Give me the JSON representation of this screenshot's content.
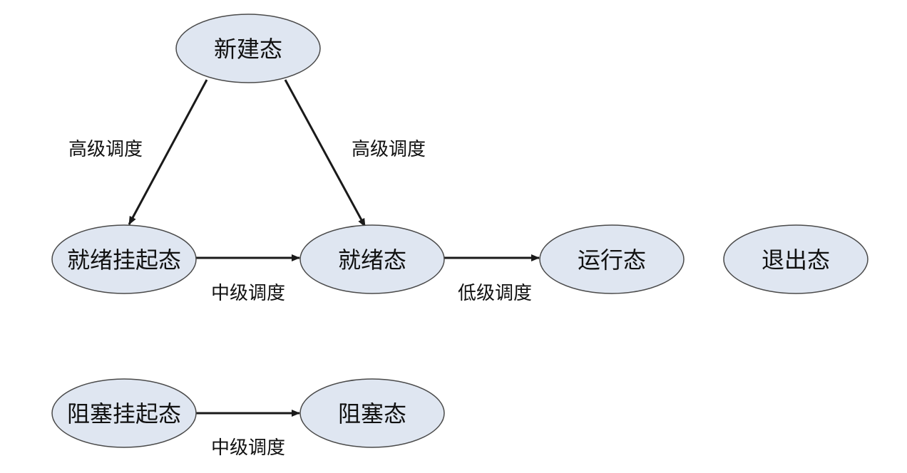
{
  "nodes": {
    "new": "新建态",
    "ready_suspend": "就绪挂起态",
    "ready": "就绪态",
    "running": "运行态",
    "exit": "退出态",
    "blocked_suspend": "阻塞挂起态",
    "blocked": "阻塞态"
  },
  "edges": {
    "new_to_ready_suspend": "高级调度",
    "new_to_ready": "高级调度",
    "ready_suspend_to_ready": "中级调度",
    "ready_to_running": "低级调度",
    "blocked_suspend_to_blocked": "中级调度"
  },
  "colors": {
    "node_fill": "#dfe6f1",
    "node_stroke": "#4a4a4a",
    "arrow": "#1a1a1a"
  }
}
